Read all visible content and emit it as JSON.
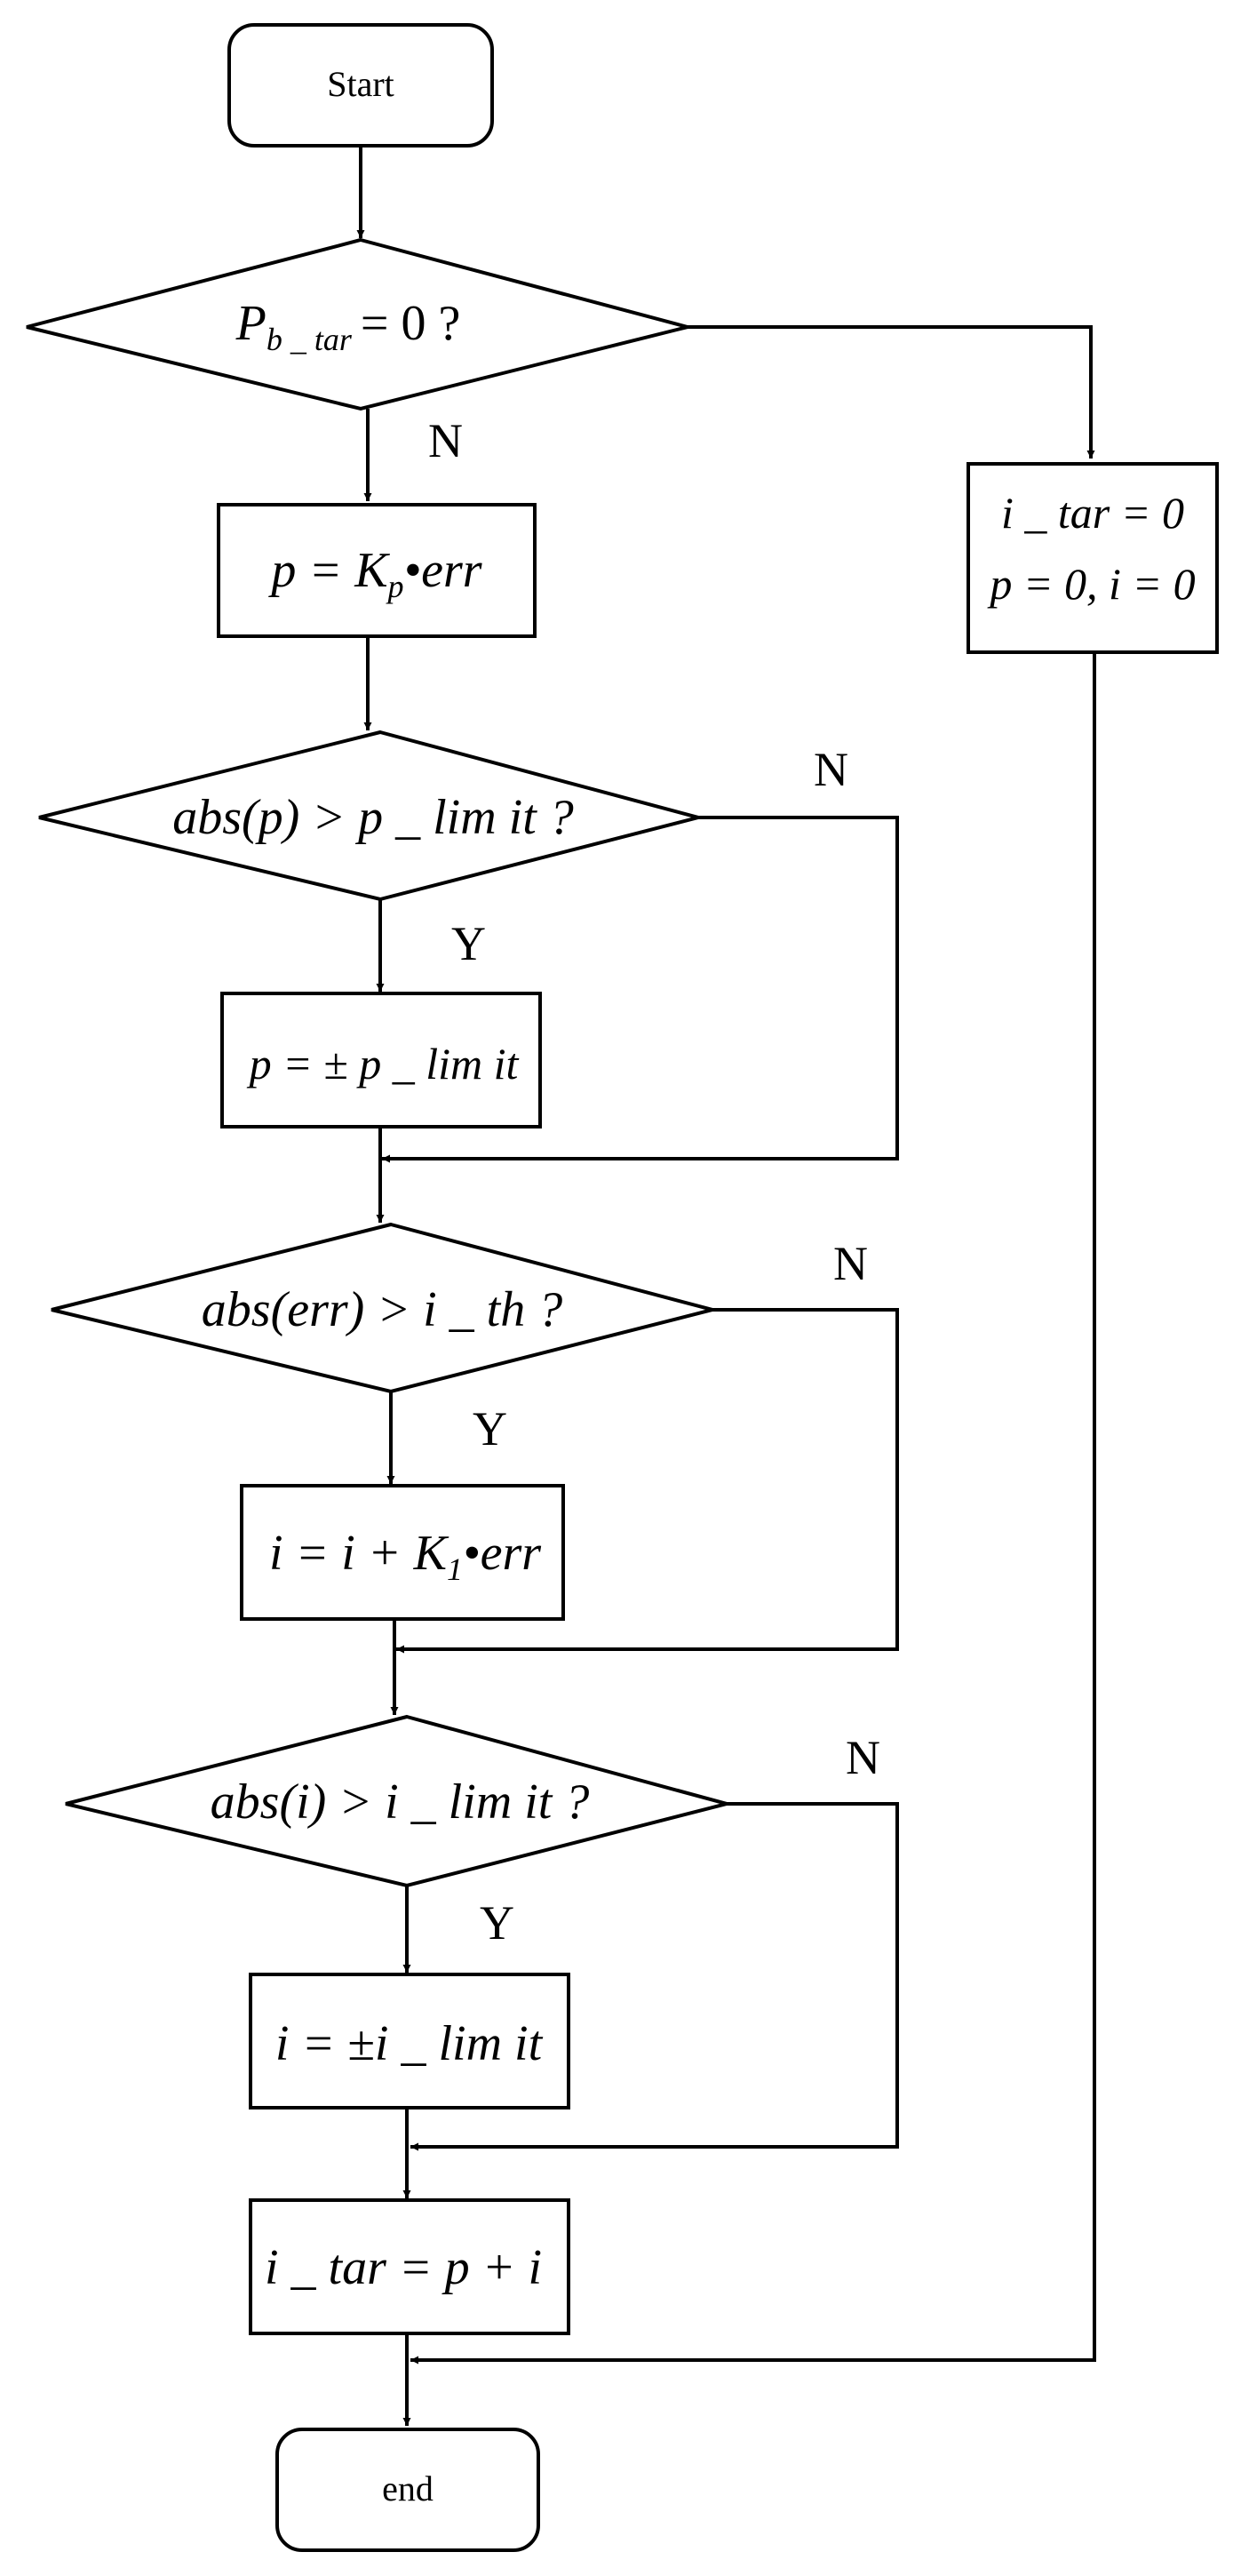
{
  "diagram": {
    "start": "Start",
    "end": "end",
    "decisions": {
      "pb_zero": {
        "P": "P",
        "sub": "b _ tar",
        "rest": "= 0 ?"
      },
      "abs_p": {
        "text": "abs(p) > p _ lim it ?"
      },
      "abs_err": {
        "text": "abs(err) > i _ th ?"
      },
      "abs_i": {
        "text": "abs(i) > i _ lim it ?"
      }
    },
    "processes": {
      "p_assign": {
        "a": "p = K",
        "sub": "p",
        "b": "•err"
      },
      "p_limit": {
        "text": "p = ± p _ lim it"
      },
      "i_update": {
        "a": "i = i + K",
        "sub": "1",
        "b": "•err"
      },
      "i_limit": {
        "text": "i = ±i _ lim it"
      },
      "i_tar": {
        "text": "i _ tar = p + i"
      },
      "reset": {
        "line1": "i _ tar = 0",
        "line2": "p = 0, i = 0"
      }
    },
    "labels": {
      "n1": "N",
      "n2": "N",
      "y2": "Y",
      "n3": "N",
      "y3": "Y",
      "n4": "N",
      "y4": "Y"
    }
  }
}
